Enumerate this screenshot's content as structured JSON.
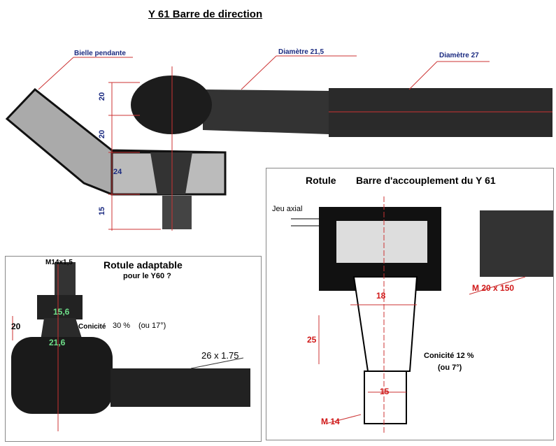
{
  "title": "Y 61   Barre  de  direction",
  "top": {
    "bielle_label": "Bielle pendante",
    "diam_small_label": "Diamètre 21,5",
    "diam_large_label": "Diamètre 27",
    "dims": [
      "20",
      "20",
      "24",
      "15"
    ]
  },
  "left_panel": {
    "title": "Rotule adaptable",
    "subtitle": "pour le Y60 ?",
    "thread_label": "M14x1,5",
    "diam_top": "15,6",
    "diam_bottom": "21,6",
    "height": "20",
    "conicity_label": "Conicité",
    "conicity_value": "30 %",
    "conicity_deg": "(ou 17°)",
    "rod_thread": "26 x 1.75"
  },
  "right_panel": {
    "title_left": "Rotule",
    "title_right": "Barre d'accouplement du Y 61",
    "jeu_label": "Jeu axial",
    "rod_thread": "M 20 x 150",
    "dim_18": "18",
    "dim_25": "25",
    "dim_15": "15",
    "conicity": "Conicité 12 %",
    "conicity_deg": "(ou 7°)",
    "thread": "M 14"
  }
}
